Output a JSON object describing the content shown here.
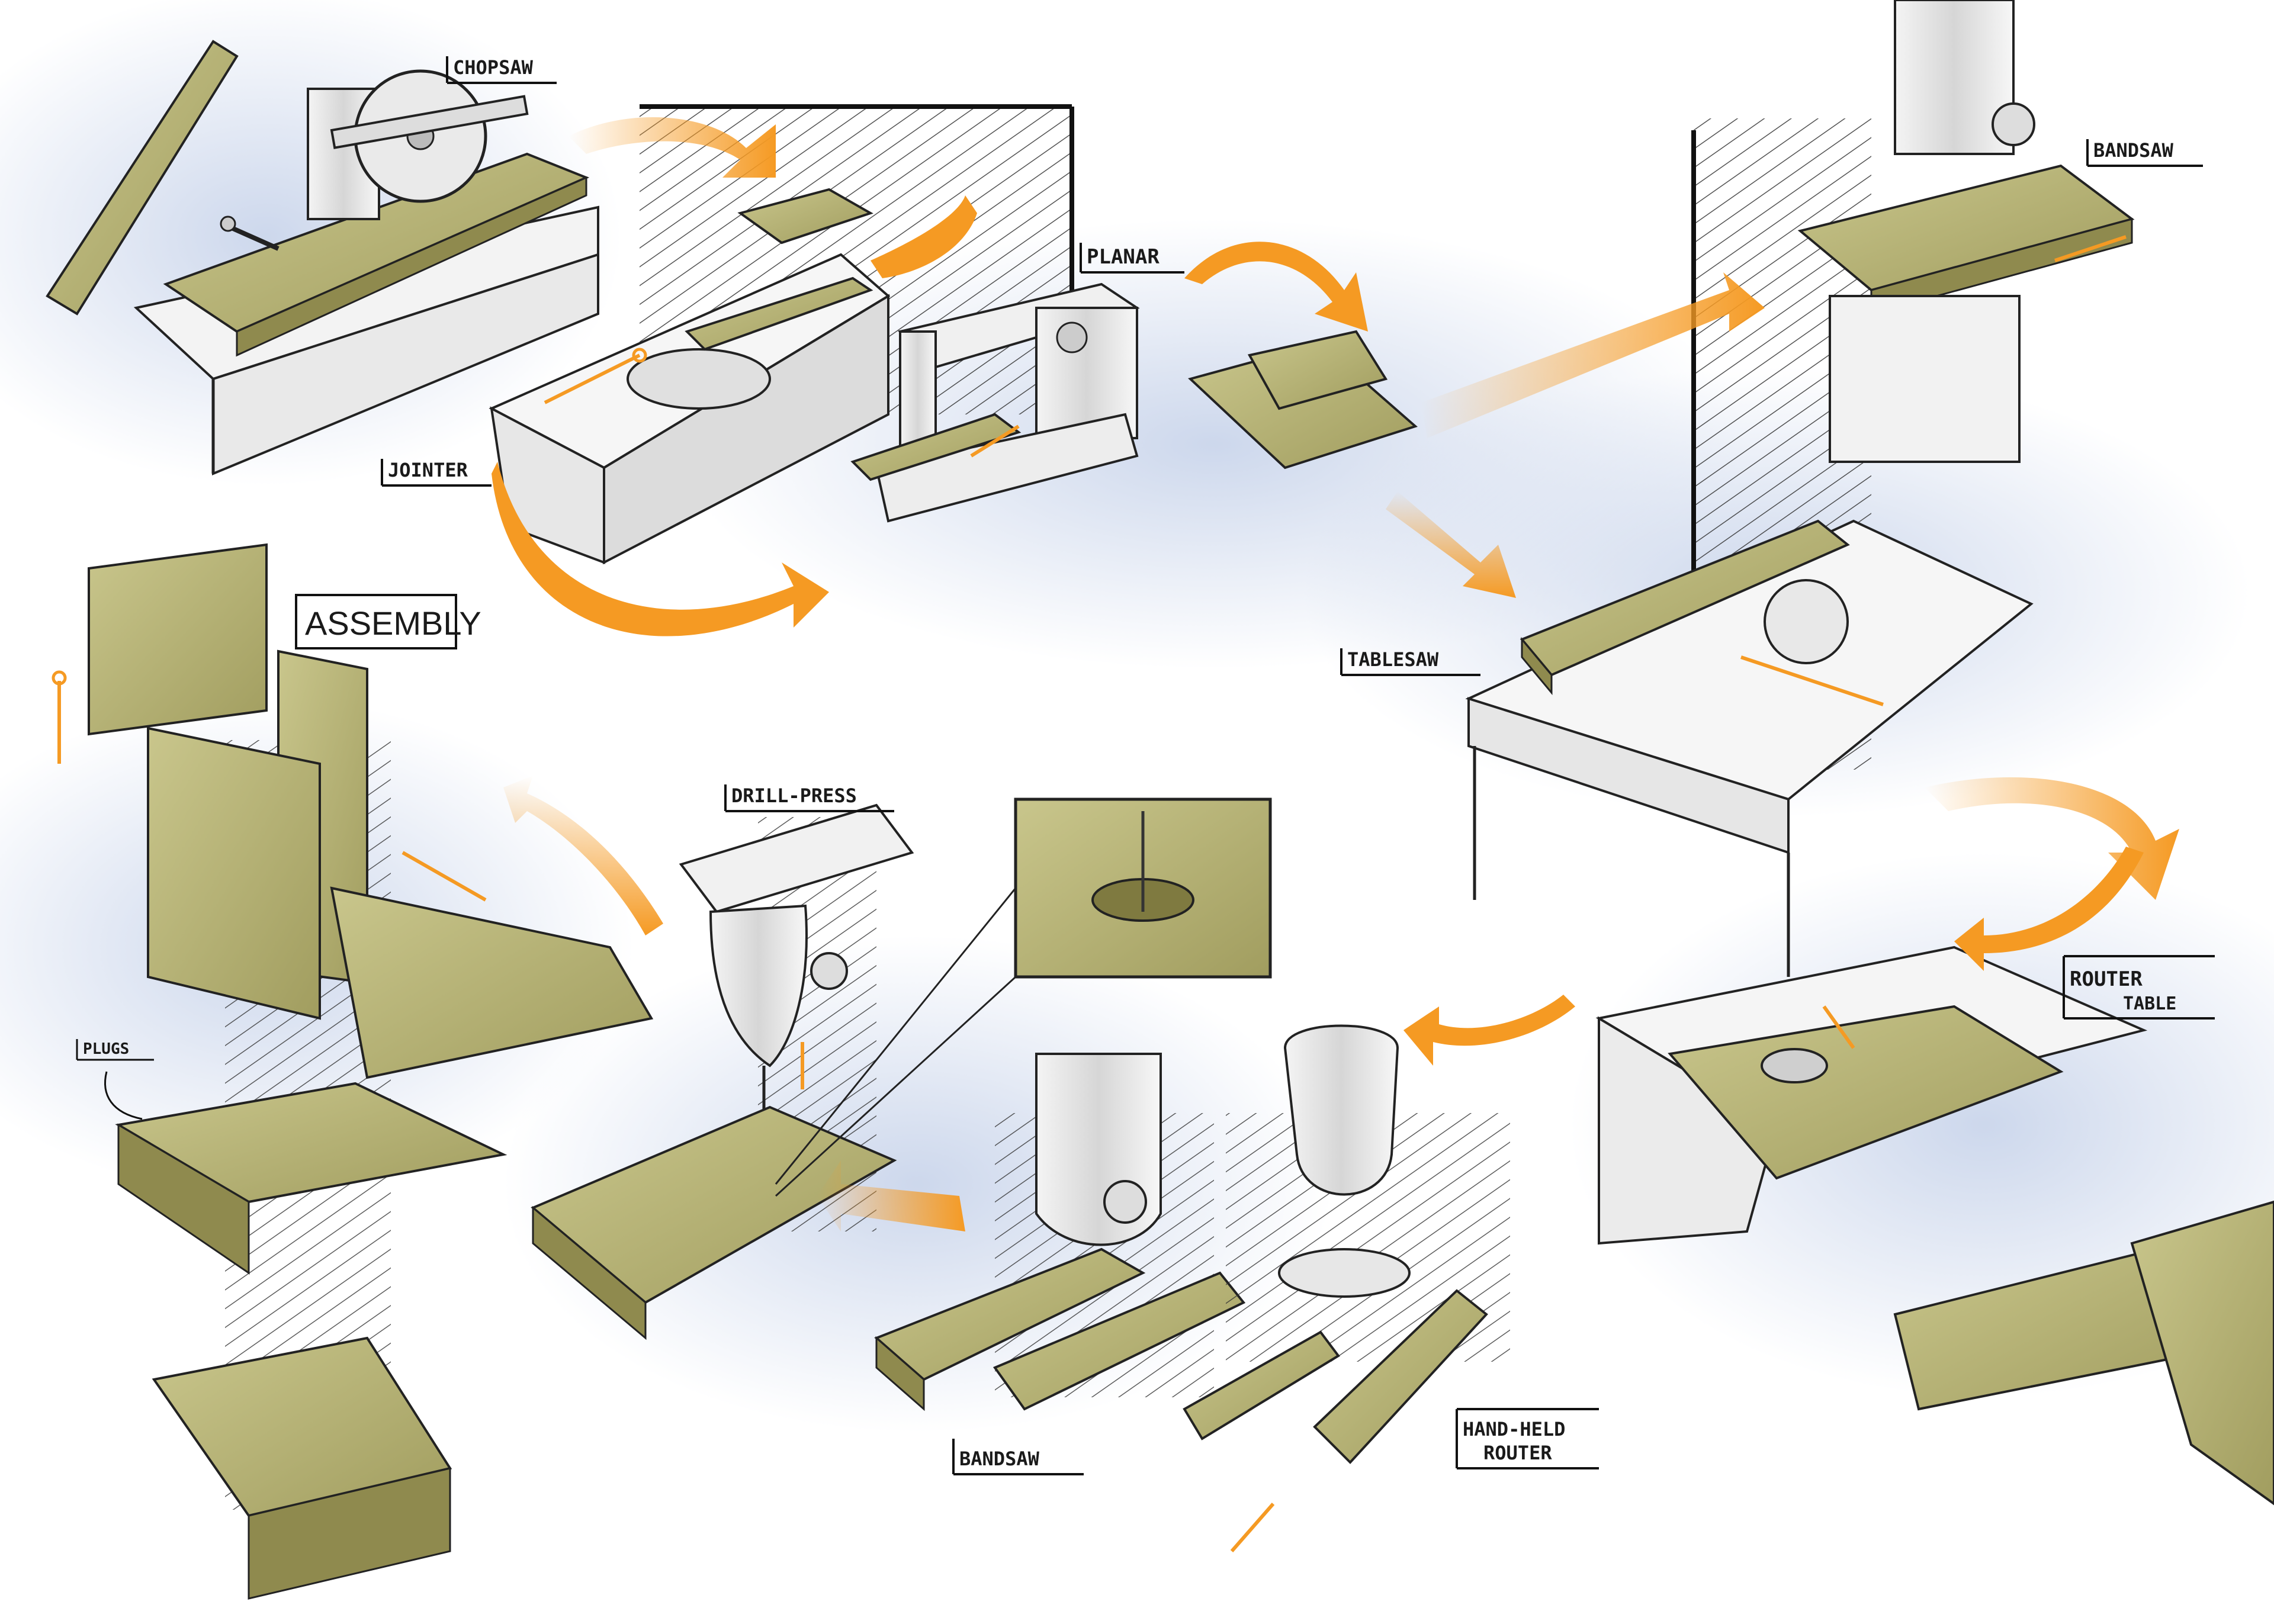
{
  "labels": {
    "chopsaw": "CHOPSAW",
    "jointer": "JOINTER",
    "planar": "PLANAR",
    "bandsaw_top": "BANDSAW",
    "tablesaw": "TABLESAW",
    "assembly": "ASSEMBLY",
    "drill_press": "DRILL-PRESS",
    "router_table_1": "ROUTER",
    "router_table_2": "TABLE",
    "plugs": "PLUGS",
    "bandsaw_bottom": "BANDSAW",
    "handheld_router_1": "HAND-HELD",
    "handheld_router_2": "ROUTER"
  },
  "colors": {
    "wood": "#b8b478",
    "wood_dark": "#8f8a4e",
    "arrow": "#f59a23",
    "shadow": "#c9d3e6",
    "metal": "#e2e2e2",
    "ink": "#1a1a1a"
  }
}
